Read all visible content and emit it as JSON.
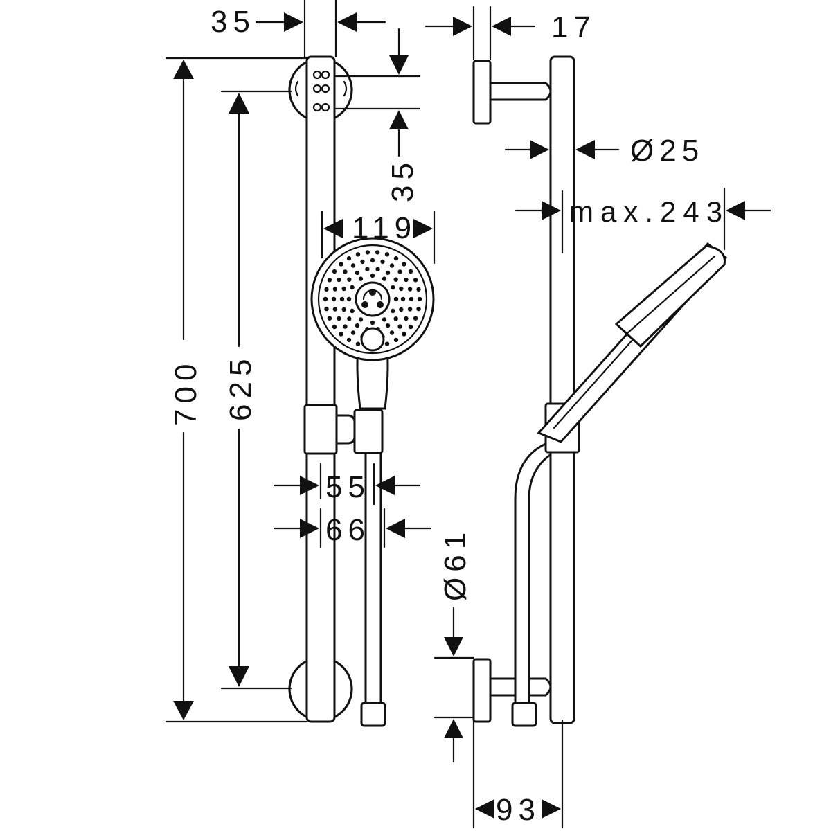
{
  "dimensions": {
    "top_left_35": "35",
    "top_17": "17",
    "bracket_35": "35",
    "head_width": "119",
    "bar_diameter": "Ø25",
    "max_reach": "max.243",
    "height_total": "700",
    "height_inner": "625",
    "slider_55": "55",
    "slider_66": "66",
    "wall_diameter": "Ø61",
    "bottom_93": "93"
  }
}
